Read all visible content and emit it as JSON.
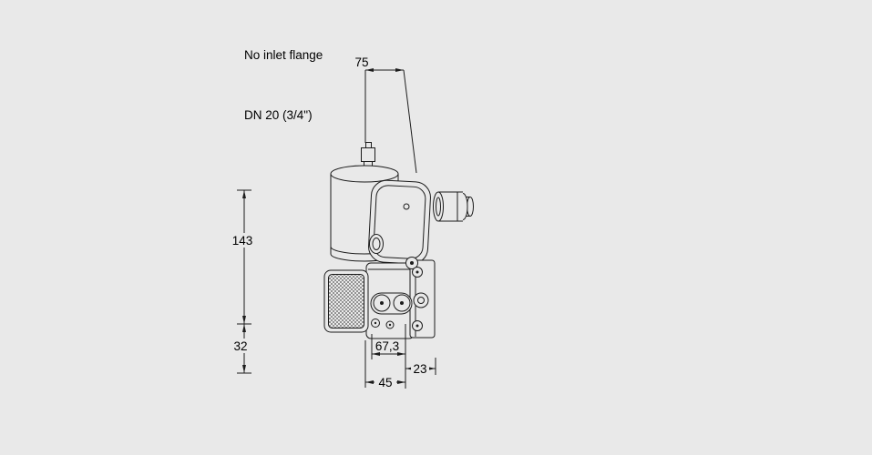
{
  "page": {
    "background_color": "#e9e9e9",
    "line_color": "#1c1c1c",
    "text_color": "#000000"
  },
  "header": {
    "line1": "No inlet flange",
    "line2": "DN 20 (3/4\")"
  },
  "diagram": {
    "dimensions": {
      "top_width": "75",
      "body_height": "143",
      "lower_height": "32",
      "center_depth": "67,3",
      "outlet_offset": "23",
      "base_offset": "45"
    }
  }
}
